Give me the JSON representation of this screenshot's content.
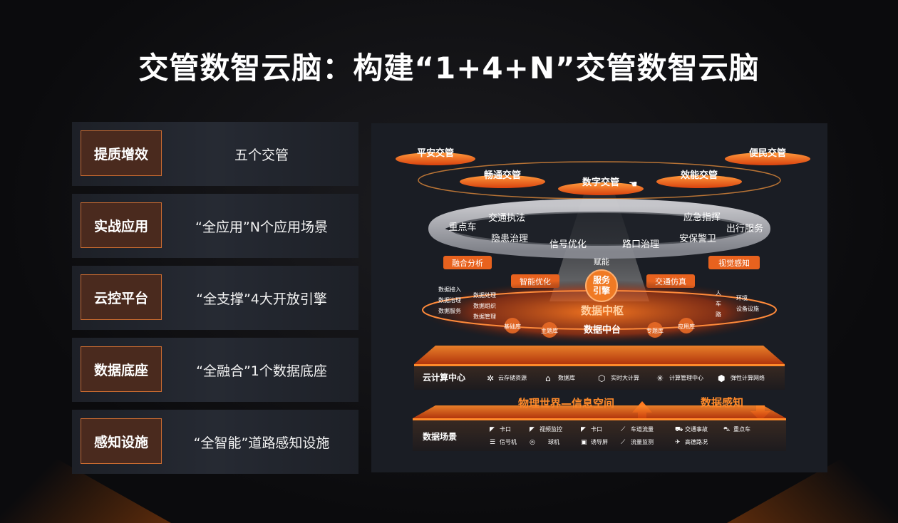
{
  "title": "交管数智云脑：构建“1+4+N”交管数智云脑",
  "rows": [
    {
      "tag": "提质增效",
      "desc": "五个交管"
    },
    {
      "tag": "实战应用",
      "desc": "“全应用”N个应用场景"
    },
    {
      "tag": "云控平台",
      "desc": "“全支撑”4大开放引擎"
    },
    {
      "tag": "数据底座",
      "desc": "“全融合”1个数据底座"
    },
    {
      "tag": "感知设施",
      "desc": "“全智能”道路感知设施"
    }
  ],
  "diagram": {
    "top_discs": [
      "平安交管",
      "畅通交管",
      "数字交管",
      "效能交管",
      "便民交管"
    ],
    "ring_items": [
      "重点车",
      "交通执法",
      "隐患治理",
      "信号优化",
      "路口治理",
      "安保警卫",
      "应急指挥",
      "出行服务"
    ],
    "badges": [
      "融合分析",
      "视觉感知",
      "智能优化",
      "交通仿真"
    ],
    "empower": "赋能",
    "service_engine": [
      "服务",
      "引擎"
    ],
    "data_hub": "数据中枢",
    "data_middle": "数据中台",
    "left_list_a": [
      "数据接入",
      "数据治理",
      "数据服务"
    ],
    "left_list_b": [
      "数据处理",
      "数据组织",
      "数据管理"
    ],
    "right_list_a": [
      "人",
      "车",
      "路"
    ],
    "right_list_b": [
      "环境",
      "设备设施"
    ],
    "libraries": [
      "基础库",
      "主题库",
      "专题库",
      "应用库"
    ],
    "cloud": {
      "title": "云计算中心",
      "items": [
        "云存储资源",
        "数据库",
        "实时大计算",
        "计算管理中心",
        "弹性计算网络"
      ]
    },
    "middle_left": "物理世界—信息空间",
    "middle_right": "数据感知",
    "scene": {
      "title": "数据场景",
      "row1": [
        "卡口",
        "视频监控",
        "卡口",
        "车道流量",
        "交通事故",
        "重点车"
      ],
      "row2": [
        "信号机",
        "球机",
        "诱导屏",
        "流量监测",
        "高德路况"
      ]
    }
  }
}
